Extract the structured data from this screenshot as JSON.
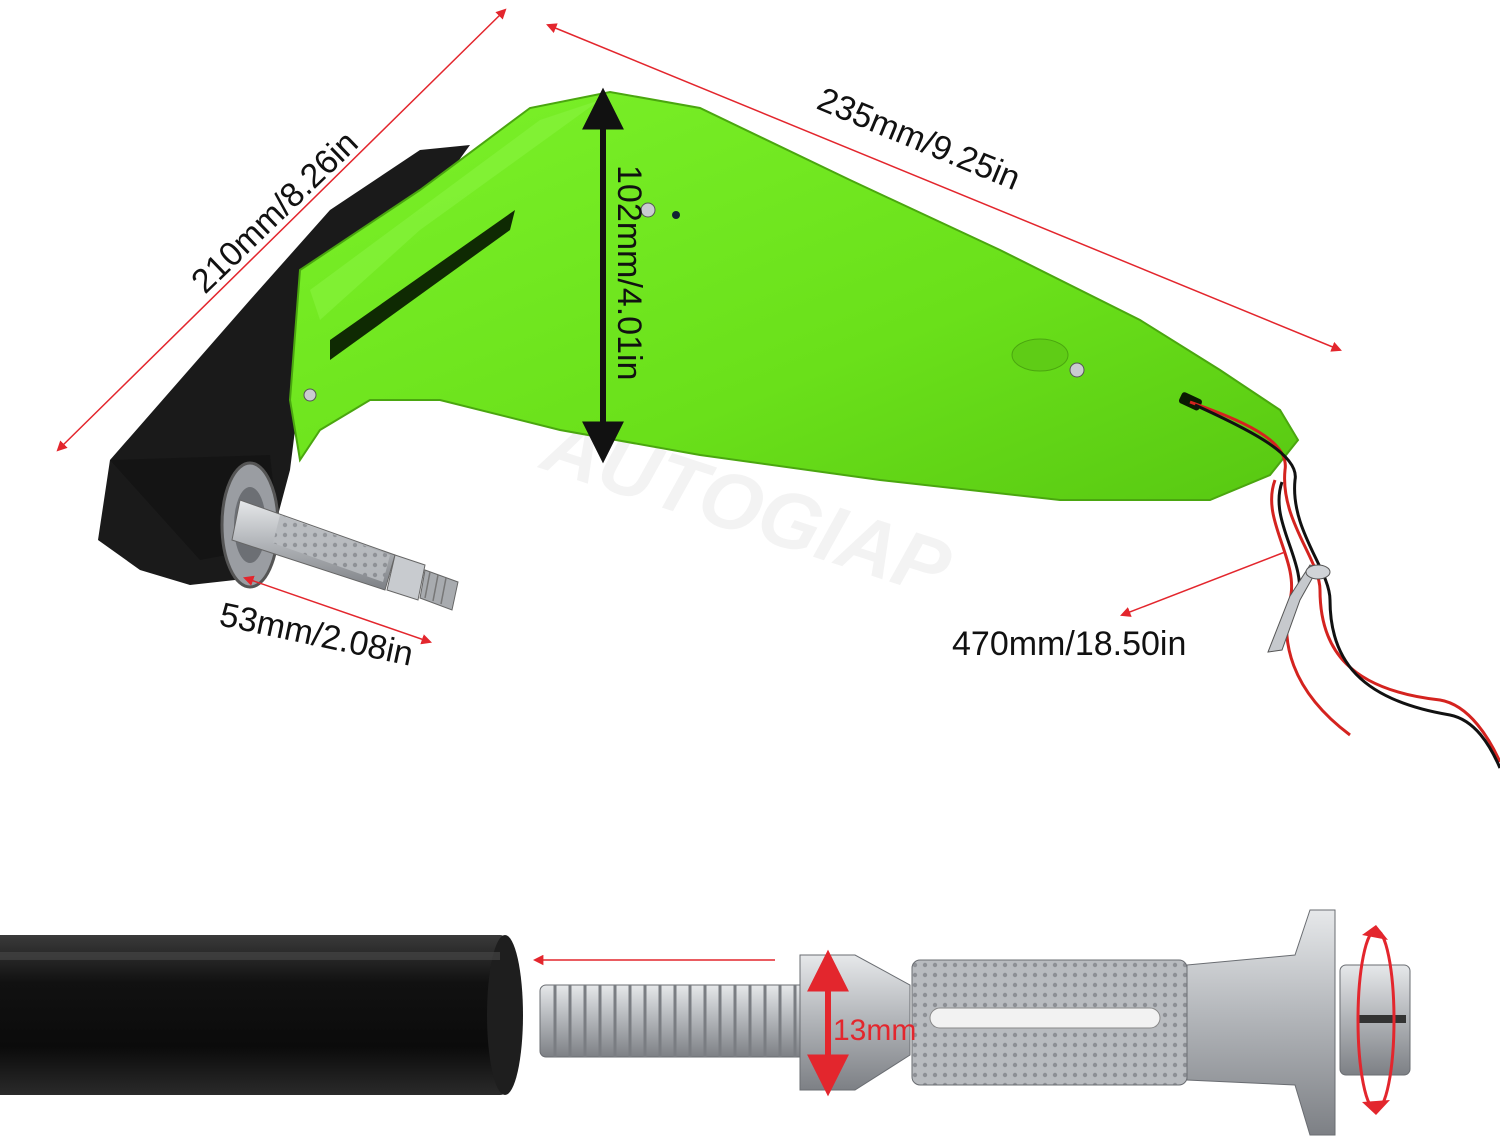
{
  "dimensions": {
    "length_210": "210mm/8.26in",
    "length_235": "235mm/9.25in",
    "height_102": "102mm/4.01in",
    "bolt_53": "53mm/2.08in",
    "wire_470": "470mm/18.50in",
    "diameter_13": "13mm"
  },
  "watermark": "AUTOGIAP",
  "colors": {
    "guard_green": "#6fe61a",
    "guard_dark_green": "#4fb80f",
    "black_body": "#1a1a1a",
    "arrow_red": "#e3262d",
    "metal": "#b9bcc0",
    "wire_red": "#d4231f"
  }
}
